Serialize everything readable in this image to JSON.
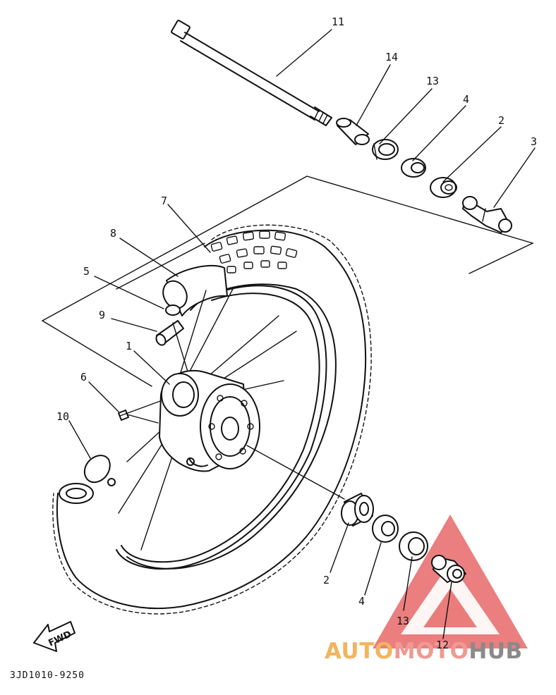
{
  "diagram_code": "3JD1010-9250",
  "fwd_label": "FWD",
  "watermark": {
    "part_a": "AUTO",
    "part_b": "MOTO",
    "part_c": "HUB",
    "color_a": "#f2b45e",
    "color_b": "#ef9a92",
    "color_c": "#8a8a8a",
    "triangle_color": "#e55a5a"
  },
  "callouts": {
    "axle": "11",
    "collar": "14",
    "seal_upper": "13",
    "spacer_upper": "4",
    "bearing_upper": "2",
    "flanged_collar": "3",
    "tire": "7",
    "tube": "8",
    "valve_nut": "5",
    "valve_cap": "9",
    "hub": "1",
    "spoke_set": "6",
    "rim_band": "10",
    "bearing_lower": "2",
    "spacer_lower": "4",
    "seal_lower": "13",
    "collar_lower": "12"
  }
}
